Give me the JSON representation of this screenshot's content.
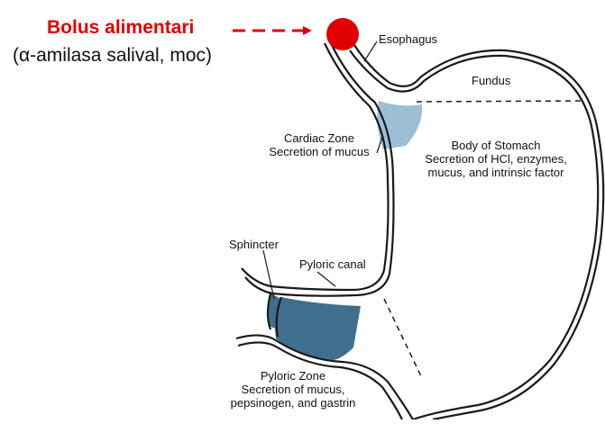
{
  "bolus": {
    "title": "Bolus alimentari",
    "subtitle": "(α-amilasa salival, moc)",
    "title_color": "#e00000",
    "marker_color": "#e00000"
  },
  "labels": {
    "esophagus": "Esophagus",
    "fundus": "Fundus",
    "cardiac_zone": [
      "Cardiac Zone",
      "Secretion of mucus"
    ],
    "body": [
      "Body of Stomach",
      "Secretion of HCl, enzymes,",
      "mucus, and intrinsic factor"
    ],
    "sphincter": "Sphincter",
    "pyloric_canal": "Pyloric canal",
    "pyloric_zone": [
      "Pyloric Zone",
      "Secretion of mucus,",
      "pepsinogen, and gastrin"
    ]
  },
  "colors": {
    "cardiac_fill": "#9dbfd6",
    "pyloric_fill": "#3f6e8e",
    "outline": "#1a1a1a"
  }
}
